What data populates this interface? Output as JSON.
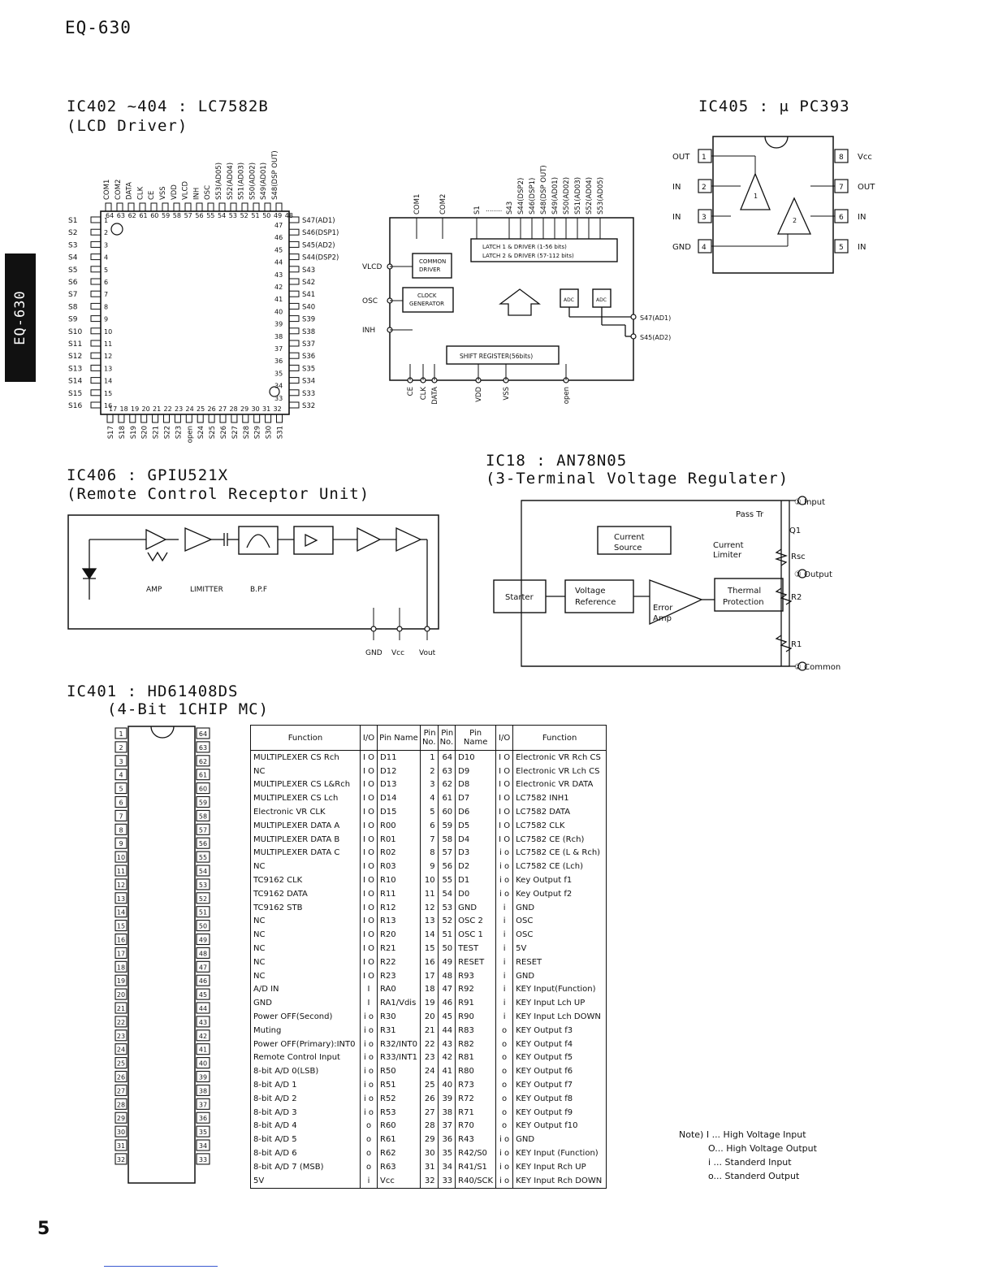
{
  "header": {
    "model": "EQ-630",
    "side_tab": "EQ-630",
    "page_number": "5"
  },
  "lcd": {
    "title": "IC402 ~404 : LC7582B",
    "subtitle": "(LCD Driver)",
    "top_pins": [
      "COM1",
      "COM2",
      "DATA",
      "CLK",
      "CE",
      "VSS",
      "VDD",
      "VLCD",
      "INH",
      "OSC",
      "S53(AD05)",
      "S52(AD04)",
      "S51(AD03)",
      "S50(AD02)",
      "S49(AD01)",
      "S48(DSP OUT)"
    ],
    "top_nums": [
      "64",
      "63",
      "62",
      "61",
      "60",
      "59",
      "58",
      "57",
      "56",
      "55",
      "54",
      "53",
      "52",
      "51",
      "50",
      "49",
      "48"
    ],
    "left_pins": [
      "S1",
      "S2",
      "S3",
      "S4",
      "S5",
      "S6",
      "S7",
      "S8",
      "S9",
      "S10",
      "S11",
      "S12",
      "S13",
      "S14",
      "S15",
      "S16"
    ],
    "left_nums": [
      "1",
      "2",
      "3",
      "4",
      "5",
      "6",
      "7",
      "8",
      "9",
      "10",
      "11",
      "12",
      "13",
      "14",
      "15",
      "16"
    ],
    "right_pins": [
      "S47(AD1)",
      "S46(DSP1)",
      "S45(AD2)",
      "S44(DSP2)",
      "S43",
      "S42",
      "S41",
      "S40",
      "S39",
      "S38",
      "S37",
      "S36",
      "S35",
      "S34",
      "S33",
      "S32"
    ],
    "right_nums": [
      "47",
      "46",
      "45",
      "44",
      "43",
      "42",
      "41",
      "40",
      "39",
      "38",
      "37",
      "36",
      "35",
      "34",
      "33"
    ],
    "bottom_nums": [
      "17",
      "18",
      "19",
      "20",
      "21",
      "22",
      "23",
      "24",
      "25",
      "26",
      "27",
      "28",
      "29",
      "30",
      "31",
      "32"
    ],
    "bottom_pins": [
      "S17",
      "S18",
      "S19",
      "S20",
      "S21",
      "S22",
      "S23",
      "open",
      "S24",
      "S25",
      "S26",
      "S27",
      "S28",
      "S29",
      "S30",
      "S31"
    ]
  },
  "lcd_block": {
    "top_labels": [
      "COM1",
      "COM2",
      "S1",
      "S43",
      "S44(DSP2)",
      "S46(DSP1)",
      "S48(DSP OUT)",
      "S49(AD01)",
      "S50(AD02)",
      "S51(AD03)",
      "S52(AD04)",
      "S53(AD05)"
    ],
    "latch1": "LATCH 1 & DRIVER (1-56 bits)",
    "latch2": "LATCH 2 & DRIVER (57-112 bits)",
    "common": [
      "COMMON",
      "DRIVER"
    ],
    "clock": [
      "CLOCK",
      "GENERATOR"
    ],
    "adc": "ADC",
    "shift": "SHIFT REGISTER(56bits)",
    "left_labels": [
      "VLCD",
      "OSC",
      "INH"
    ],
    "right_labels": [
      "S47(AD1)",
      "S45(AD2)"
    ],
    "bottom_labels": [
      "CE",
      "CLK",
      "DATA",
      "VDD",
      "VSS",
      "open"
    ],
    "dots": "........"
  },
  "upc": {
    "title": "IC405 : μ PC393",
    "left": [
      {
        "num": "1",
        "label": "OUT"
      },
      {
        "num": "2",
        "label": "IN"
      },
      {
        "num": "3",
        "label": "IN"
      },
      {
        "num": "4",
        "label": "GND"
      }
    ],
    "right": [
      {
        "num": "8",
        "label": "Vcc"
      },
      {
        "num": "7",
        "label": "OUT"
      },
      {
        "num": "6",
        "label": "IN"
      },
      {
        "num": "5",
        "label": "IN"
      }
    ],
    "amp_labels": [
      "1",
      "2"
    ]
  },
  "remote": {
    "title": "IC406 : GPIU521X",
    "subtitle": "(Remote Control Receptor Unit)",
    "stages": [
      "AMP",
      "LIMITTER",
      "B.P.F"
    ],
    "terminals": [
      "GND",
      "Vcc",
      "Vout"
    ]
  },
  "reg": {
    "title": "IC18 : AN78N05",
    "subtitle": "(3-Terminal Voltage Regulater)",
    "blocks": {
      "current_source": [
        "Current",
        "Source"
      ],
      "starter": "Starter",
      "voltage_ref": [
        "Voltage",
        "Reference"
      ],
      "error_amp": [
        "Error",
        "Amp"
      ],
      "thermal": [
        "Thermal",
        "Protection"
      ],
      "current_limiter": [
        "Current",
        "Limiter"
      ]
    },
    "parts": {
      "pass_tr": "Pass Tr",
      "q1": "Q1",
      "rsc": "Rsc",
      "r2": "R2",
      "r1": "R1"
    },
    "terminals": {
      "input": "① Input",
      "output": "③ Output",
      "common": "② Common"
    }
  },
  "mcu": {
    "title": "IC401 : HD61408DS",
    "subtitle": "(4-Bit 1CHIP MC)",
    "left_pins": [
      "1",
      "2",
      "3",
      "4",
      "5",
      "6",
      "7",
      "8",
      "9",
      "10",
      "11",
      "12",
      "13",
      "14",
      "15",
      "16",
      "17",
      "18",
      "19",
      "20",
      "21",
      "22",
      "23",
      "24",
      "25",
      "26",
      "27",
      "28",
      "29",
      "30",
      "31",
      "32"
    ],
    "right_pins": [
      "64",
      "63",
      "62",
      "61",
      "60",
      "59",
      "58",
      "57",
      "56",
      "55",
      "54",
      "53",
      "52",
      "51",
      "50",
      "49",
      "48",
      "47",
      "46",
      "45",
      "44",
      "43",
      "42",
      "41",
      "40",
      "39",
      "38",
      "37",
      "36",
      "35",
      "34",
      "33"
    ]
  },
  "pin_table": {
    "headers": {
      "function": "Function",
      "io": "I/O",
      "pin_name": "Pin Name",
      "pin_no": "Pin No."
    },
    "rows": [
      [
        "MULTIPLEXER CS Rch",
        "I O",
        "D11",
        "1",
        "64",
        "D10",
        "I O",
        "Electronic VR Rch CS"
      ],
      [
        "NC",
        "I O",
        "D12",
        "2",
        "63",
        "D9",
        "I O",
        "Electronic VR Lch CS"
      ],
      [
        "MULTIPLEXER CS L&Rch",
        "I O",
        "D13",
        "3",
        "62",
        "D8",
        "I O",
        "Electronic VR DATA"
      ],
      [
        "MULTIPLEXER CS Lch",
        "I O",
        "D14",
        "4",
        "61",
        "D7",
        "I O",
        "LC7582 INH1"
      ],
      [
        "Electronic VR CLK",
        "I O",
        "D15",
        "5",
        "60",
        "D6",
        "I O",
        "LC7582 DATA"
      ],
      [
        "MULTIPLEXER DATA A",
        "I O",
        "R00",
        "6",
        "59",
        "D5",
        "I O",
        "LC7582 CLK"
      ],
      [
        "MULTIPLEXER DATA B",
        "I O",
        "R01",
        "7",
        "58",
        "D4",
        "I O",
        "LC7582 CE (Rch)"
      ],
      [
        "MULTIPLEXER DATA C",
        "I O",
        "R02",
        "8",
        "57",
        "D3",
        "i o",
        "LC7582 CE (L & Rch)"
      ],
      [
        "NC",
        "I O",
        "R03",
        "9",
        "56",
        "D2",
        "i o",
        "LC7582 CE (Lch)"
      ],
      [
        "TC9162 CLK",
        "I O",
        "R10",
        "10",
        "55",
        "D1",
        "i o",
        "Key Output f1"
      ],
      [
        "TC9162 DATA",
        "I O",
        "R11",
        "11",
        "54",
        "D0",
        "i o",
        "Key Output f2"
      ],
      [
        "TC9162 STB",
        "I O",
        "R12",
        "12",
        "53",
        "GND",
        "i",
        "GND"
      ],
      [
        "NC",
        "I O",
        "R13",
        "13",
        "52",
        "OSC 2",
        "i",
        "OSC"
      ],
      [
        "NC",
        "I O",
        "R20",
        "14",
        "51",
        "OSC 1",
        "i",
        "OSC"
      ],
      [
        "NC",
        "I O",
        "R21",
        "15",
        "50",
        "TEST",
        "i",
        "5V"
      ],
      [
        "NC",
        "I O",
        "R22",
        "16",
        "49",
        "RESET",
        "i",
        "RESET"
      ],
      [
        "NC",
        "I O",
        "R23",
        "17",
        "48",
        "R93",
        "i",
        "GND"
      ],
      [
        "A/D IN",
        "I",
        "RA0",
        "18",
        "47",
        "R92",
        "i",
        "KEY Input(Function)"
      ],
      [
        "GND",
        "I",
        "RA1/Vdis",
        "19",
        "46",
        "R91",
        "i",
        "KEY Input Lch UP"
      ],
      [
        "Power OFF(Second)",
        "i o",
        "R30",
        "20",
        "45",
        "R90",
        "i",
        "KEY Input Lch DOWN"
      ],
      [
        "Muting",
        "i o",
        "R31",
        "21",
        "44",
        "R83",
        "o",
        "KEY Output f3"
      ],
      [
        "Power OFF(Primary):INT0",
        "i o",
        "R32/INT0",
        "22",
        "43",
        "R82",
        "o",
        "KEY Output f4"
      ],
      [
        "Remote Control Input",
        "i o",
        "R33/INT1",
        "23",
        "42",
        "R81",
        "o",
        "KEY Output f5"
      ],
      [
        "8-bit A/D 0(LSB)",
        "i o",
        "R50",
        "24",
        "41",
        "R80",
        "o",
        "KEY Output f6"
      ],
      [
        "8-bit A/D 1",
        "i o",
        "R51",
        "25",
        "40",
        "R73",
        "o",
        "KEY Output f7"
      ],
      [
        "8-bit A/D 2",
        "i o",
        "R52",
        "26",
        "39",
        "R72",
        "o",
        "KEY Output f8"
      ],
      [
        "8-bit A/D 3",
        "i o",
        "R53",
        "27",
        "38",
        "R71",
        "o",
        "KEY Output f9"
      ],
      [
        "8-bit A/D 4",
        "o",
        "R60",
        "28",
        "37",
        "R70",
        "o",
        "KEY Output f10"
      ],
      [
        "8-bit A/D 5",
        "o",
        "R61",
        "29",
        "36",
        "R43",
        "i o",
        "GND"
      ],
      [
        "8-bit A/D 6",
        "o",
        "R62",
        "30",
        "35",
        "R42/S0",
        "i o",
        "KEY Input (Function)"
      ],
      [
        "8-bit A/D 7 (MSB)",
        "o",
        "R63",
        "31",
        "34",
        "R41/S1",
        "i o",
        "KEY Input Rch UP"
      ],
      [
        "5V",
        "i",
        "Vcc",
        "32",
        "33",
        "R40/SCK",
        "i o",
        "KEY Input Rch DOWN"
      ]
    ]
  },
  "note": [
    "Note) I ... High Voltage Input",
    "O... High Voltage Output",
    "i ... Standerd Input",
    "o... Standerd Output"
  ]
}
